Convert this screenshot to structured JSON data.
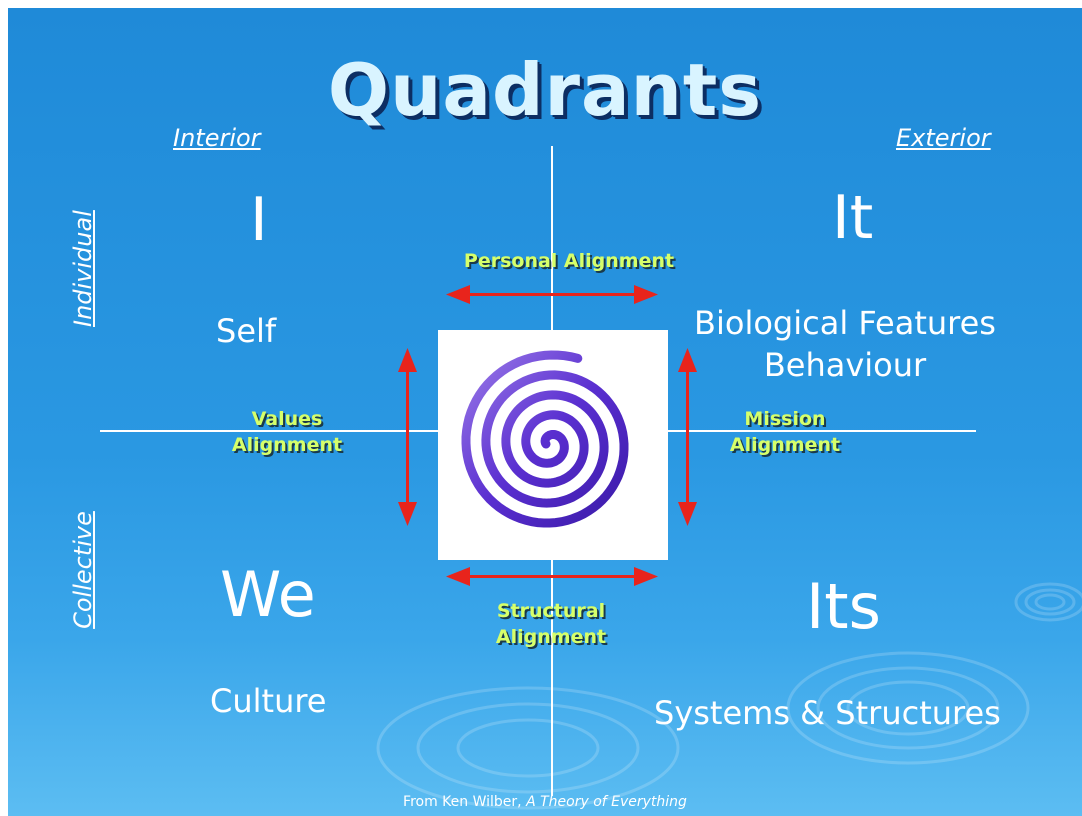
{
  "title": "Quadrants",
  "axes": {
    "interior": "Interior",
    "exterior": "Exterior",
    "individual": "Individual",
    "collective": "Collective"
  },
  "quadrants": {
    "upper_left": {
      "pronoun": "I",
      "label": "Self"
    },
    "upper_right": {
      "pronoun": "It",
      "label_line1": "Biological Features",
      "label_line2": "Behaviour"
    },
    "lower_left": {
      "pronoun": "We",
      "label": "Culture"
    },
    "lower_right": {
      "pronoun": "Its",
      "label": "Systems & Structures"
    }
  },
  "alignments": {
    "top": "Personal Alignment",
    "left_line1": "Values",
    "left_line2": "Alignment",
    "right_line1": "Mission",
    "right_line2": "Alignment",
    "bottom_line1": "Structural",
    "bottom_line2": "Alignment"
  },
  "source": {
    "prefix": "From Ken Wilber, ",
    "work": "A Theory of Everything"
  },
  "colors": {
    "background": "#2a98e2",
    "title_text": "#d9f4ff",
    "alignment_text": "#d6ff6a",
    "arrow": "#e8241c",
    "spiral": "#6a3fd6"
  }
}
